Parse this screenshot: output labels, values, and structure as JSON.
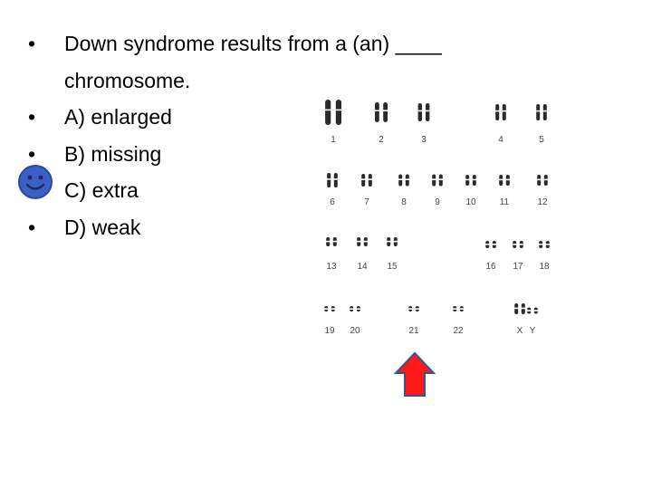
{
  "question": {
    "line1": "Down syndrome results from a (an) ____",
    "line2": "chromosome."
  },
  "options": [
    {
      "label": "A) enlarged"
    },
    {
      "label": "B) missing"
    },
    {
      "label": "C) extra"
    },
    {
      "label": "D) weak"
    }
  ],
  "bullet_char": "•",
  "smiley": {
    "icon": "smiley-face-icon",
    "color": "#3b5fc4"
  },
  "arrow": {
    "icon": "up-arrow-icon",
    "fill": "#ff1a1a",
    "stroke": "#2f5597"
  },
  "karyotype": {
    "labels": [
      "1",
      "2",
      "3",
      "4",
      "5",
      "6",
      "7",
      "8",
      "9",
      "10",
      "11",
      "12",
      "13",
      "14",
      "15",
      "16",
      "17",
      "18",
      "19",
      "20",
      "21",
      "22",
      "X",
      "Y"
    ]
  }
}
